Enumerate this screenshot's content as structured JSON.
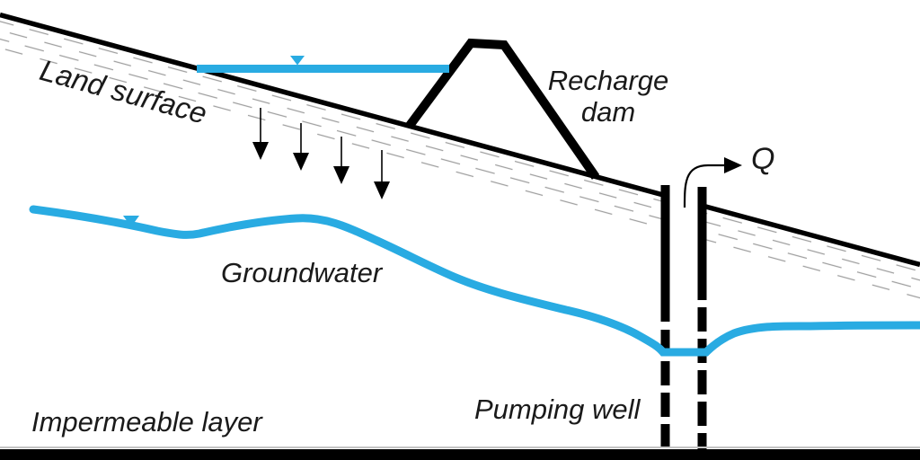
{
  "diagram": {
    "type": "hydrogeology-cross-section",
    "labels": {
      "land_surface": "Land surface",
      "recharge_dam_line1": "Recharge",
      "recharge_dam_line2": "dam",
      "groundwater": "Groundwater",
      "pumping_well": "Pumping well",
      "impermeable_layer": "Impermeable layer",
      "discharge": "Q"
    },
    "colors": {
      "water": "#29abe2",
      "ink": "#000000",
      "hatch": "#9e9e9e",
      "text": "#1a1a1a",
      "baseline_gray": "#c4c4c4"
    },
    "icons": {
      "pond_water_level_marker": "inverted-triangle",
      "groundwater_level_marker": "inverted-triangle",
      "recharge_arrows": "down-arrow",
      "discharge_arrow": "curved-right-arrow"
    }
  }
}
